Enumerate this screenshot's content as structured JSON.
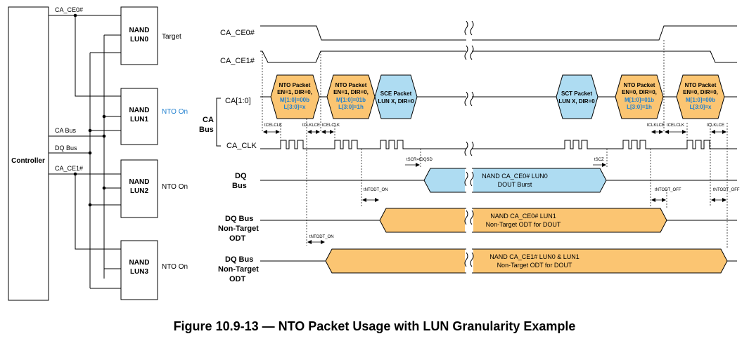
{
  "block_diagram": {
    "controller_label": "Controller",
    "luns": [
      {
        "line1": "NAND",
        "line2": "LUN0",
        "tag": "Target",
        "tag_color": "#000000"
      },
      {
        "line1": "NAND",
        "line2": "LUN1",
        "tag": "NTO On",
        "tag_color": "#1f7fcf"
      },
      {
        "line1": "NAND",
        "line2": "LUN2",
        "tag": "NTO On",
        "tag_color": "#000000"
      },
      {
        "line1": "NAND",
        "line2": "LUN3",
        "tag": "NTO On",
        "tag_color": "#000000"
      }
    ],
    "bus_labels": {
      "ce0": "CA_CE0#",
      "ca_bus": "CA Bus",
      "dq_bus": "DQ Bus",
      "ce1": "CA_CE1#"
    }
  },
  "timing": {
    "signals": {
      "ce0": "CA_CE0#",
      "ce1": "CA_CE1#",
      "ca": "CA[1:0]",
      "ca_group_line1": "CA",
      "ca_group_line2": "Bus",
      "clk": "CA_CLK",
      "dq_line1": "DQ",
      "dq_line2": "Bus",
      "odt1_line1": "DQ Bus",
      "odt1_line2": "Non-Target",
      "odt1_line3": "ODT",
      "odt2_line1": "DQ Bus",
      "odt2_line2": "Non-Target",
      "odt2_line3": "ODT"
    },
    "packets": {
      "nto1": {
        "l1": "NTO Packet",
        "l2": "EN=1, DIR=0,",
        "l3": "M[1:0]=00b",
        "l4": "L[3:0]=x"
      },
      "nto2": {
        "l1": "NTO Packet",
        "l2": "EN=1, DIR=0,",
        "l3": "M[1:0]=01b",
        "l4": "L[3:0]=1h"
      },
      "sce": {
        "l1": "SCE Packet",
        "l2": "LUN X, DIR=0"
      },
      "sct": {
        "l1": "SCT Packet",
        "l2": "LUN X, DIR=0"
      },
      "nto3": {
        "l1": "NTO Packet",
        "l2": "EN=0, DIR=0,",
        "l3": "M[1:0]=01b",
        "l4": "L[3:0]=1h"
      },
      "nto4": {
        "l1": "NTO Packet",
        "l2": "EN=0, DIR=0,",
        "l3": "M[1:0]=00b",
        "l4": "L[3:0]=x"
      }
    },
    "timing_labels": {
      "tcelclk_1": "tCELCLK",
      "tclklce_1": "tCLKLCE",
      "tcelclk_2": "tCELCLK",
      "tscr": "tSCR=tDQSD",
      "tscz": "tSCZ",
      "tclklce_2": "tCLKLCE",
      "tcelclk_3": "tCELCLK",
      "tclklce_3": "tCLKLCE",
      "tntodt_on_1": "tNTODT_ON",
      "tntodt_on_2": "tNTODT_ON",
      "tntodt_off_1": "tNTODT_OFF",
      "tntodt_off_2": "tNTODT_OFF"
    },
    "bursts": {
      "dq": {
        "l1": "NAND CA_CE0# LUN0",
        "l2": "DOUT Burst"
      },
      "odt1": {
        "l1": "NAND CA_CE0# LUN1",
        "l2": "Non-Target ODT for DOUT"
      },
      "odt2": {
        "l1": "NAND CA_CE1# LUN0 & LUN1",
        "l2": "Non-Target ODT for DOUT"
      }
    },
    "colors": {
      "nto": "#fbc572",
      "sce": "#aedcf2",
      "highlight_text": "#1f7fcf"
    }
  },
  "caption": "Figure 10.9-13 — NTO Packet Usage with LUN Granularity Example"
}
